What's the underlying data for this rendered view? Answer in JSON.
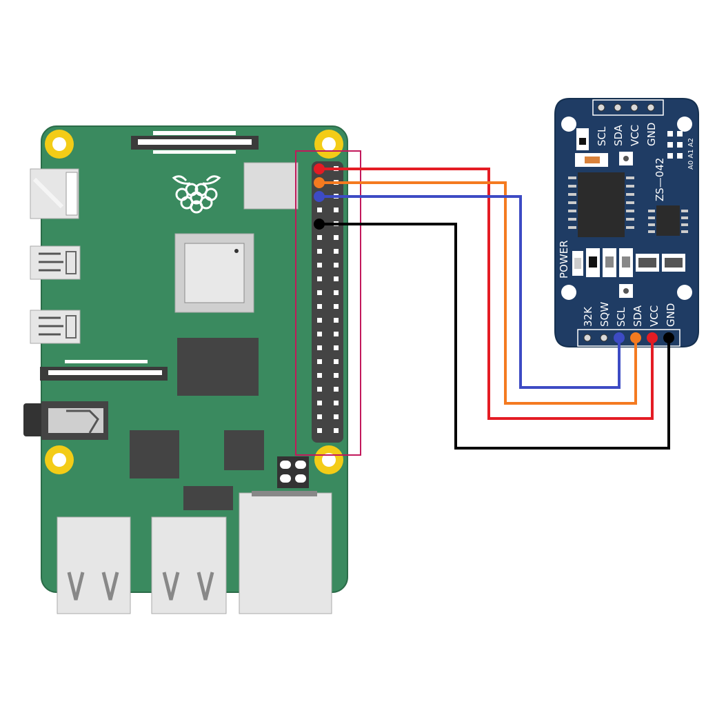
{
  "colors": {
    "board_green": "#3a8a5f",
    "module_blue": "#1f3c64",
    "wire_red": "#e41c24",
    "wire_orange": "#f47a20",
    "wire_blue": "#3d4bc4",
    "wire_black": "#000000",
    "header_highlight": "#c2185b",
    "mount_hole": "#f3cc17"
  },
  "module": {
    "name": "ZS—042",
    "top_pins": [
      "SCL",
      "SDA",
      "VCC",
      "GND"
    ],
    "bottom_pins": [
      "32K",
      "SQW",
      "SCL",
      "SDA",
      "VCC",
      "GND"
    ],
    "address_label": "A0 A1 A2",
    "power_label": "POWER"
  },
  "connections": [
    {
      "from": "Raspberry Pi header pin 1",
      "to": "VCC",
      "color": "red"
    },
    {
      "from": "Raspberry Pi header pin 3",
      "to": "SDA",
      "color": "orange"
    },
    {
      "from": "Raspberry Pi header pin 5",
      "to": "SCL",
      "color": "blue"
    },
    {
      "from": "Raspberry Pi header pin 9",
      "to": "GND",
      "color": "black"
    }
  ]
}
